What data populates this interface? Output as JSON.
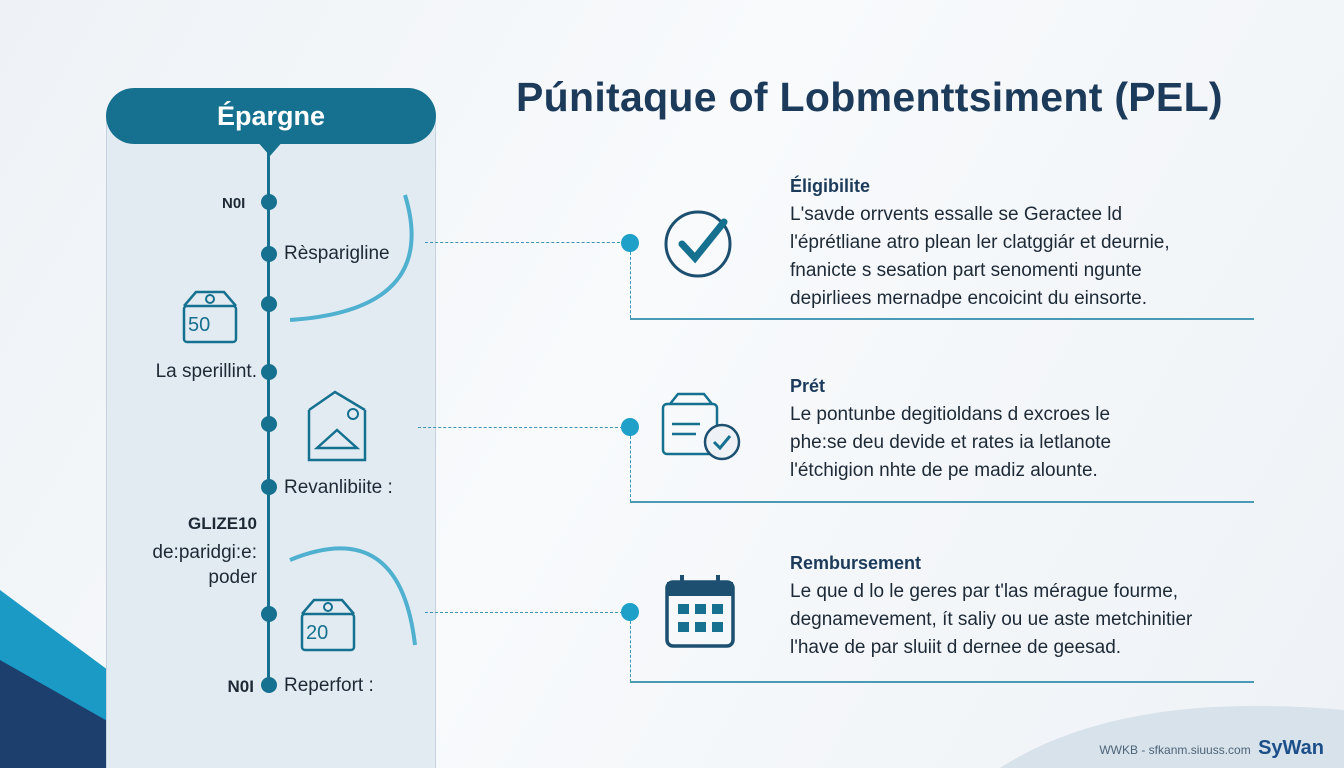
{
  "title": "Púnitaque of Lobmenttsiment (PEL)",
  "timeline": {
    "header": "Épargne",
    "labels": [
      "N0I",
      "Rèsparigline",
      "La sperillint.",
      "Revanlibiite :",
      "GLIZE10",
      "de:paridgi:e:",
      "poder",
      "N0I",
      "Reperfort :"
    ],
    "badges": [
      "50",
      "20"
    ]
  },
  "sections": [
    {
      "heading": "Éligibilite",
      "text": "L'savde orrvents essalle se Geractee ld\nl'éprétliane atro plean ler clatggiár et deurnie,\nfnanicte s sesation part senomenti ngunte\ndepirliees mernadpe encoicint du einsorte.",
      "icon": "checkmark-circle-icon"
    },
    {
      "heading": "Prét",
      "text": "Le pontunbe degitioldans d excroes le\nphe:se deu devide et rates ia letlanote\nl'étchigion nhte de pe madiz alounte.",
      "icon": "document-check-icon"
    },
    {
      "heading": "Rembursement",
      "text": "Le que d lo le geres par t'las mérague fourme,\ndegnamevement, ít saliy ou ue aste metchinitier\nl'have de par sluiit d dernee de geesad.",
      "icon": "calendar-icon"
    }
  ],
  "footer": {
    "url": "WWKB - sfkanm.siuuss.com",
    "brand": "SyWan"
  },
  "colors": {
    "primary": "#15718f",
    "accent": "#1fa0c8",
    "title": "#1c3a5a"
  }
}
